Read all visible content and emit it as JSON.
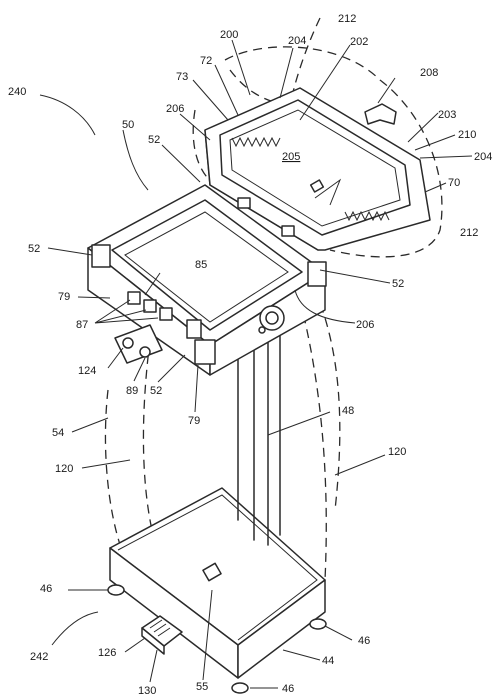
{
  "figure": {
    "reference_numerals": {
      "n240": "240",
      "n200": "200",
      "n212_top": "212",
      "n204_top": "204",
      "n202": "202",
      "n72": "72",
      "n73": "73",
      "n208": "208",
      "n50": "50",
      "n206_top": "206",
      "n52_a": "52",
      "n205": "205",
      "n203": "203",
      "n210": "210",
      "n204_right": "204",
      "n70": "70",
      "n212_right": "212",
      "n52_b": "52",
      "n85": "85",
      "n52_c": "52",
      "n79_a": "79",
      "n87": "87",
      "n206_bottom": "206",
      "n124": "124",
      "n89": "89",
      "n52_d": "52",
      "n79_b": "79",
      "n48": "48",
      "n54": "54",
      "n120_left": "120",
      "n120_right": "120",
      "n46_a": "46",
      "n46_b": "46",
      "n242": "242",
      "n126": "126",
      "n44": "44",
      "n130": "130",
      "n55": "55",
      "n46_c": "46"
    }
  }
}
